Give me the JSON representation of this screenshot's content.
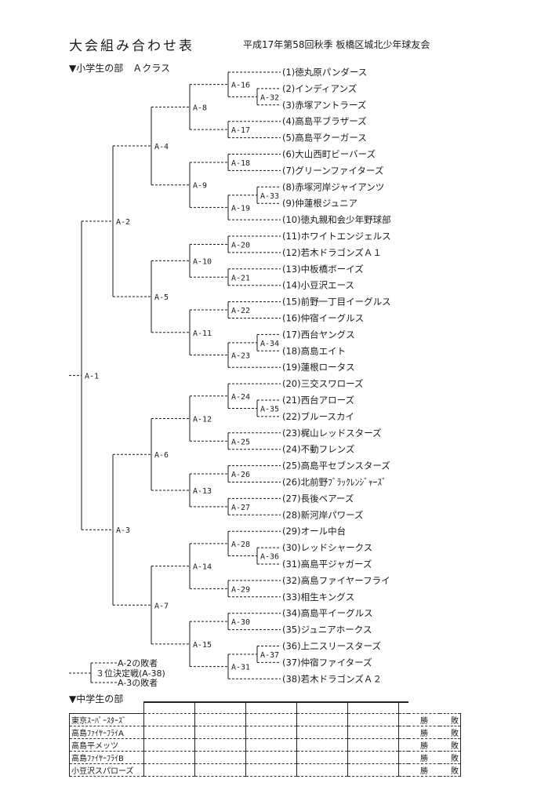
{
  "header": {
    "title": "大会組み合わせ表",
    "subtitle": "平成17年第58回秋季 板橋区城北少年球友会"
  },
  "sections": {
    "elementary": "▼小学生の部　Ａクラス",
    "middle": "▼中学生の部"
  },
  "teams": [
    "(1)徳丸原パンダース",
    "(2)インディアンズ",
    "(3)赤塚アントラーズ",
    "(4)高島平ブラザーズ",
    "(5)高島平クーガース",
    "(6)大山西町ビーバーズ",
    "(7)グリーンファイターズ",
    "(8)赤塚河岸ジャイアンツ",
    "(9)仲蓮根ジュニア",
    "(10)徳丸親和会少年野球部",
    "(11)ホワイトエンジェルス",
    "(12)若木ドラゴンズＡ１",
    "(13)中板橋ボーイズ",
    "(14)小豆沢エース",
    "(15)前野一丁目イーグルス",
    "(16)仲宿イーグルス",
    "(17)西台ヤングス",
    "(18)高島エイト",
    "(19)蓮根ロータス",
    "(20)三交スワローズ",
    "(21)西台アローズ",
    "(22)ブルースカイ",
    "(23)梶山レッドスターズ",
    "(24)不動フレンズ",
    "(25)高島平セブンスターズ",
    "(26)北前野ﾌﾞﾗｯｸﾚﾝｼﾞｬｰｽﾞ",
    "(27)長後ベアーズ",
    "(28)新河岸パワーズ",
    "(29)オール中台",
    "(30)レッドシャークス",
    "(31)高島平ジャガーズ",
    "(32)高島ファイヤーフライ",
    "(33)相生キングス",
    "(34)高島平イーグルス",
    "(35)ジュニアホークス",
    "(36)上二スリースターズ",
    "(37)仲宿ファイターズ",
    "(38)若木ドラゴンズＡ２"
  ],
  "matches": {
    "A1": "A-1",
    "A2": "A-2",
    "A3": "A-3",
    "A4": "A-4",
    "A5": "A-5",
    "A6": "A-6",
    "A7": "A-7",
    "A8": "A-8",
    "A9": "A-9",
    "A10": "A-10",
    "A11": "A-11",
    "A12": "A-12",
    "A13": "A-13",
    "A14": "A-14",
    "A15": "A-15",
    "A16": "A-16",
    "A17": "A-17",
    "A18": "A-18",
    "A19": "A-19",
    "A20": "A-20",
    "A21": "A-21",
    "A22": "A-22",
    "A23": "A-23",
    "A24": "A-24",
    "A25": "A-25",
    "A26": "A-26",
    "A27": "A-27",
    "A28": "A-28",
    "A29": "A-29",
    "A30": "A-30",
    "A31": "A-31",
    "A32": "A-32",
    "A33": "A-33",
    "A34": "A-34",
    "A35": "A-35",
    "A36": "A-36",
    "A37": "A-37"
  },
  "third_place": {
    "loser_a2": "A-2の敗者",
    "label": "３位決定戦(A-38)",
    "loser_a3": "A-3の敗者"
  },
  "middle_league": {
    "teams": [
      "東京ｽｰﾊﾟｰｽﾀｰｽﾞ",
      "高島ﾌｧｲﾔｰﾌﾗｲA",
      "高島平メッツ",
      "高島ﾌｧｲﾔｰﾌﾗｲB",
      "小豆沢スパローズ"
    ],
    "win": "勝",
    "loss": "敗"
  }
}
